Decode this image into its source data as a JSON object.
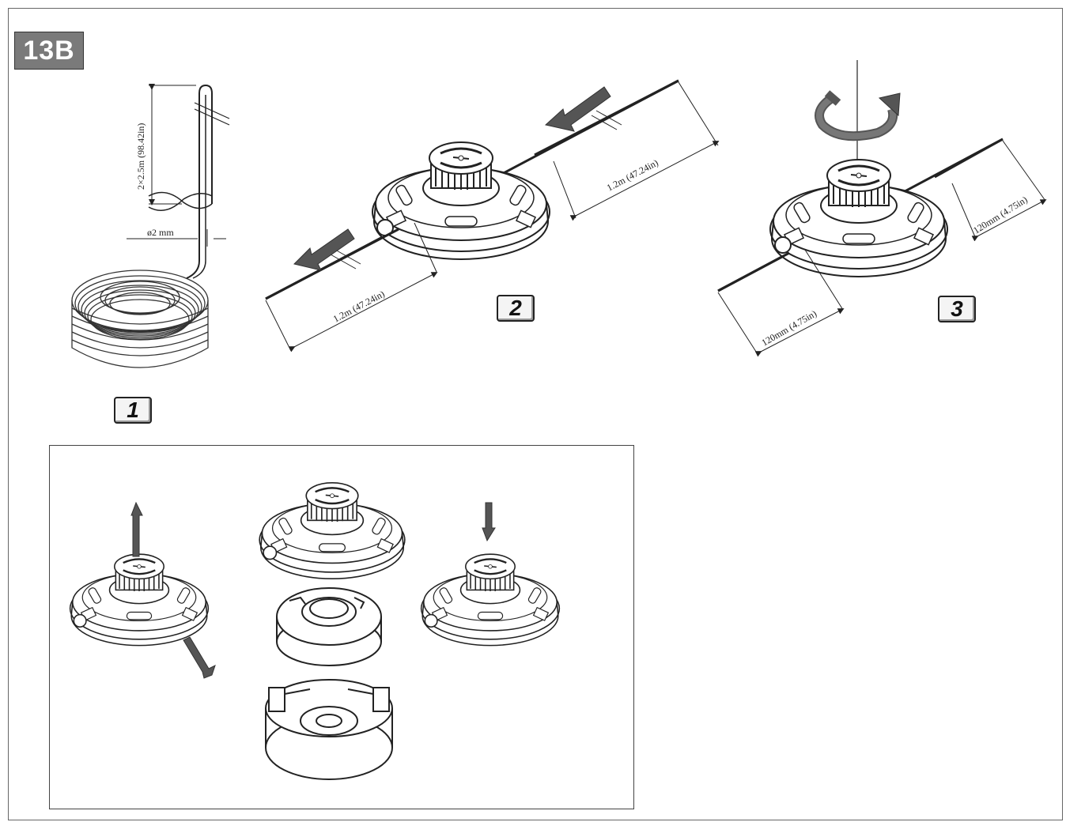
{
  "figure": {
    "label": "13B"
  },
  "steps": [
    {
      "number": "1"
    },
    {
      "number": "2"
    },
    {
      "number": "3"
    }
  ],
  "dimensions": {
    "line_length_total": "2×2.5m (98.42in)",
    "line_diameter": "ø2 mm",
    "line_half_left": "1.2m (47.24in)",
    "line_half_right": "1.2m (47.24in)",
    "trim_left": "120mm (4.75in)",
    "trim_right": "120mm (4.75in)"
  },
  "icons": [
    "line-coil-icon",
    "trimmer-head-icon",
    "arrow-icon",
    "rotation-arrow-icon"
  ],
  "colors": {
    "tag_background": "#7a7a7a",
    "line_art": "#222222",
    "arrow_fill": "#555555"
  }
}
